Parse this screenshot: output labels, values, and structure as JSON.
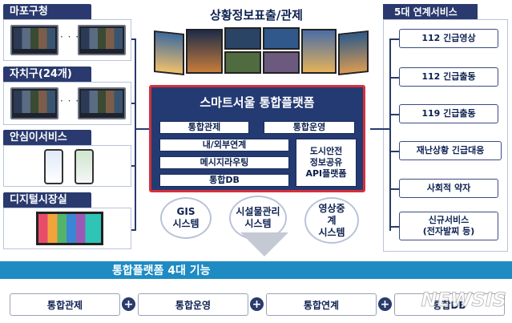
{
  "left_panels": [
    {
      "label": "마포구청"
    },
    {
      "label": "자치구(24개)"
    },
    {
      "label": "안심이서비스"
    },
    {
      "label": "디지털시장실"
    }
  ],
  "top_title": "상황정보표출/관제",
  "platform": {
    "title": "스마트서울 통합플랫폼",
    "items": [
      "통합관제",
      "통합운영",
      "내/외부연계",
      "메시지라우팅",
      "통합DB"
    ],
    "side_item": "도시안전\n정보공유\nAPI플랫폼"
  },
  "systems": [
    "GIS\n시스템",
    "시설물관리\n시스템",
    "영상중\n계\n시스템"
  ],
  "right_header": "5대 연계서비스",
  "services": [
    "112 긴급영상",
    "112 긴급출동",
    "119 긴급출동",
    "재난상황 긴급대응",
    "사회적 약자",
    "신규서비스\n(전자발찌 등)"
  ],
  "banner": "통합플랫폼 4대 기능",
  "functions": [
    "통합관제",
    "통합운영",
    "통합연계",
    "통합DB"
  ],
  "plus_symbol": "+",
  "dots": "· · · · ·",
  "watermark": "NEWSIS",
  "colors": {
    "navy": "#2a3a6e",
    "platform": "#243a72",
    "accent_red": "#d6303a",
    "banner_blue": "#1e8bc3"
  }
}
